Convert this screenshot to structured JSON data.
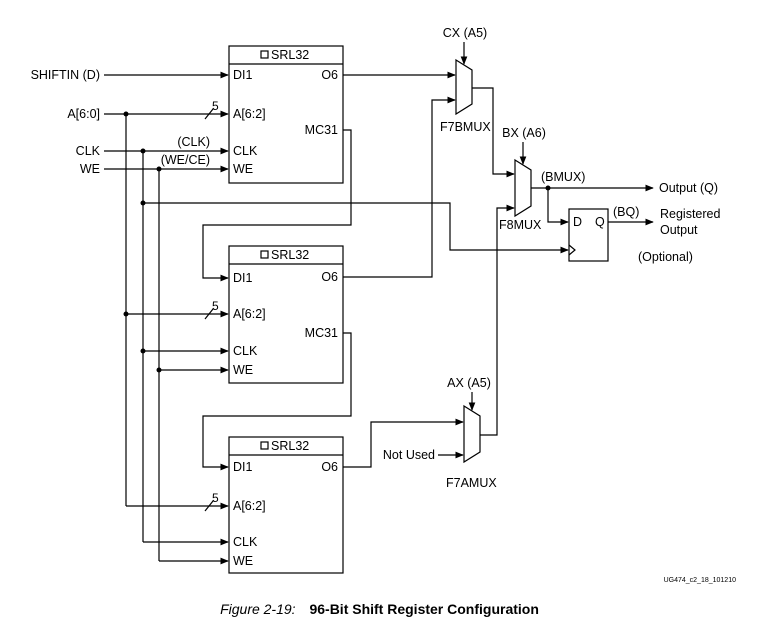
{
  "inputs": {
    "shiftin": "SHIFTIN (D)",
    "addr": "A[6:0]",
    "clk": "CLK",
    "we": "WE"
  },
  "inline_labels": {
    "clk_paren": "(CLK)",
    "we_paren": "(WE/CE)"
  },
  "srl": {
    "title": "SRL32",
    "pins": {
      "di": "DI1",
      "addr": "A[6:2]",
      "clk": "CLK",
      "we": "WE",
      "o6": "O6",
      "mc31": "MC31"
    },
    "bus_width": "5"
  },
  "muxes": {
    "f7b": {
      "name": "F7BMUX",
      "select": "CX (A5)"
    },
    "f8": {
      "name": "F8MUX",
      "select": "BX (A6)"
    },
    "f7a": {
      "name": "F7AMUX",
      "select": "AX (A5)"
    }
  },
  "flipflop": {
    "d": "D",
    "q": "Q"
  },
  "outputs": {
    "bmux": "(BMUX)",
    "output_q": "Output (Q)",
    "bq": "(BQ)",
    "registered_line1": "Registered",
    "registered_line2": "Output",
    "optional": "(Optional)"
  },
  "not_used": "Not Used",
  "doc_code": "UG474_c2_18_101210",
  "caption": {
    "number": "Figure 2-19:",
    "title": "96-Bit Shift Register Configuration"
  }
}
